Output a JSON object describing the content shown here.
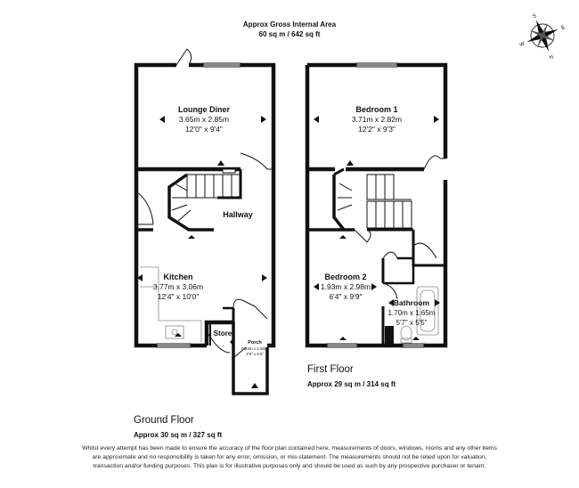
{
  "gross": {
    "label": "Approx Gross Internal Area",
    "area": "60 sq m / 642 sq ft"
  },
  "ground_floor": {
    "title": "Ground Floor",
    "area": "Approx 30 sq m / 327 sq ft",
    "rooms": {
      "lounge": {
        "name": "Lounge Diner",
        "metric": "3.65m x 2.85m",
        "imperial": "12'0\" x 9'4\""
      },
      "hallway": {
        "name": "Hallway"
      },
      "kitchen": {
        "name": "Kitchen",
        "metric": "3.77m x 3.06m",
        "imperial": "12'4\" x 10'0\""
      },
      "store": {
        "name": "Store"
      },
      "porch": {
        "name": "Porch",
        "metric": "0.84m x 1.94m",
        "imperial": "2'9\" x 6'4\""
      }
    }
  },
  "first_floor": {
    "title": "First Floor",
    "area": "Approx 29 sq m / 314 sq ft",
    "rooms": {
      "bedroom1": {
        "name": "Bedroom 1",
        "metric": "3.71m x 2.82m",
        "imperial": "12'2\" x 9'3\""
      },
      "bedroom2": {
        "name": "Bedroom 2",
        "metric": "1.93m x 2.98m",
        "imperial": "6'4\" x 9'9\""
      },
      "bathroom": {
        "name": "Bathroom",
        "metric": "1.70m x 1.65m",
        "imperial": "5'7\" x 5'5\""
      }
    }
  },
  "compass": {
    "icon": "compass-rose-icon",
    "points": [
      "S",
      "E",
      "N",
      "W"
    ]
  },
  "disclaimer": "Whilst every attempt has been made to ensure the accuracy of the floor plan contained here, measurements of doors, windows, rooms and any other items are approximate and no responsibility is taken for any error, omission, or mis-statement. The measurements should not be relied upon for valuation, transaction and/or funding purposes. This plan is for illustrative purposes only and should be used as such by any prospective purchaser or tenant.",
  "colors": {
    "walls": "#111111",
    "background": "#ffffff",
    "fixtures": "#888888"
  }
}
